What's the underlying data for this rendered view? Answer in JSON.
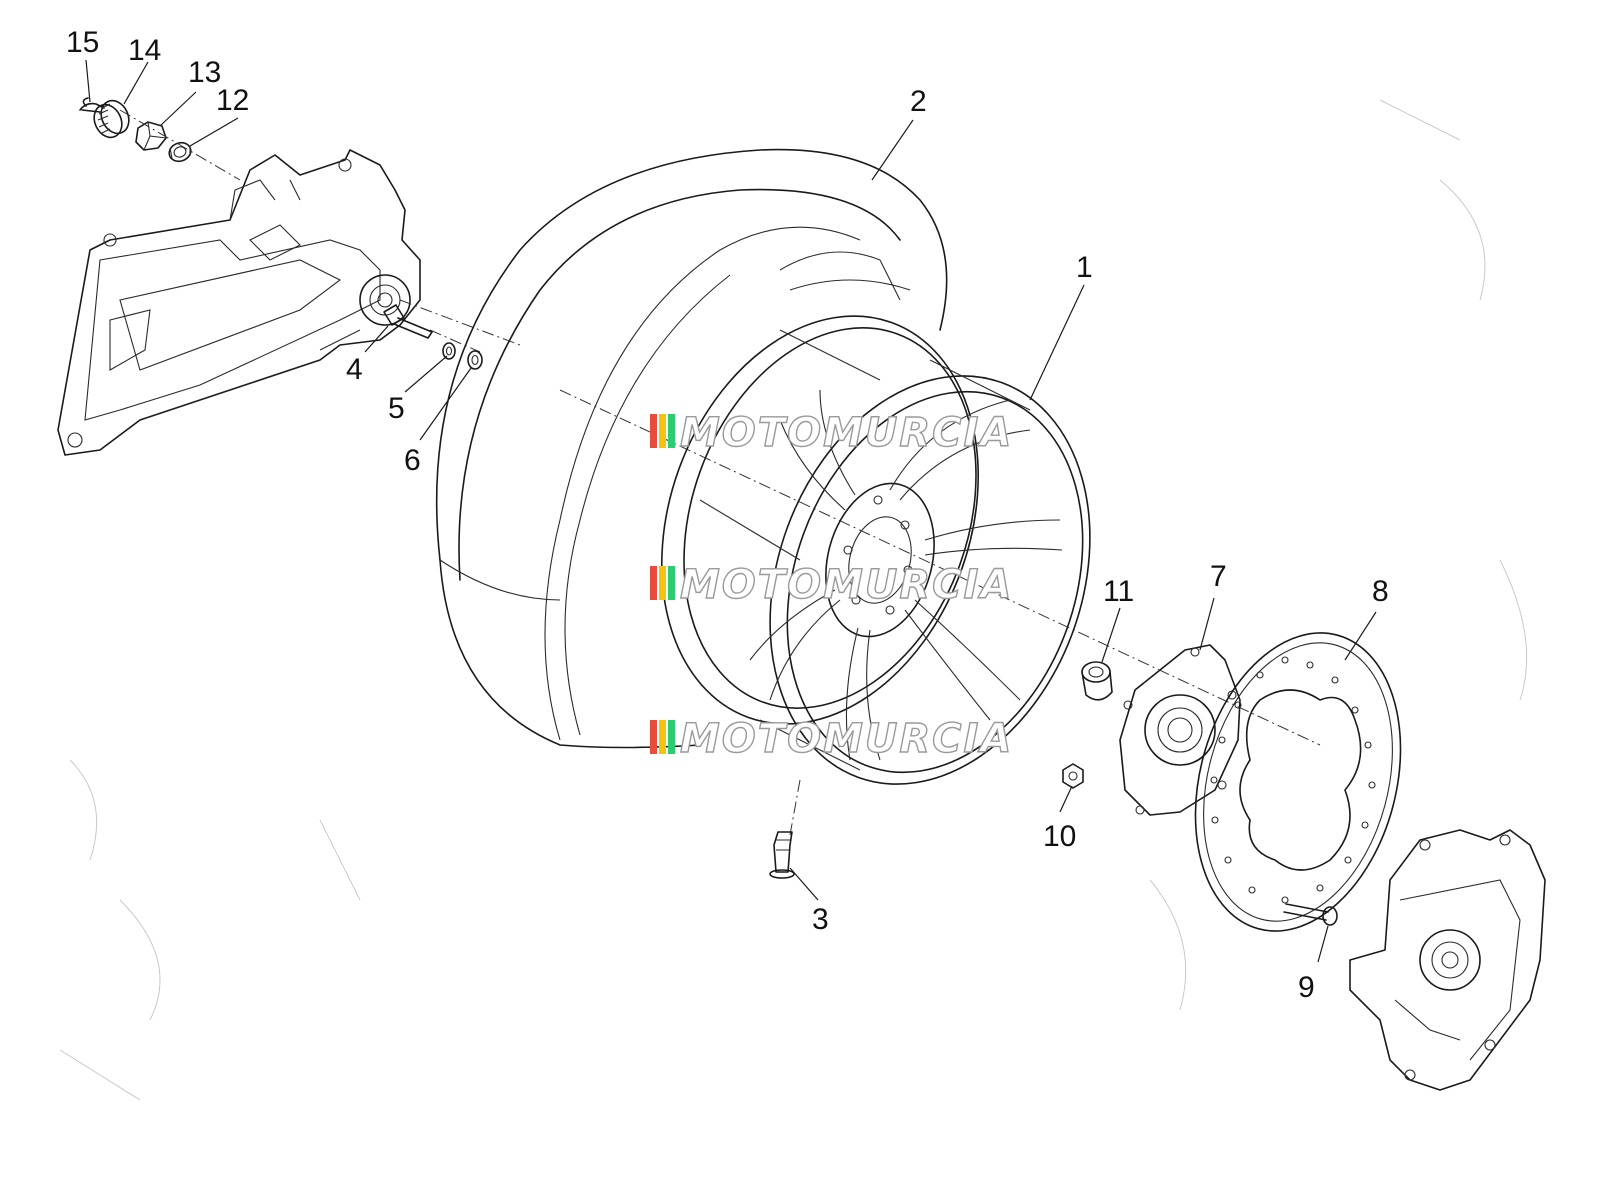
{
  "callouts": [
    {
      "id": "1",
      "label": "1"
    },
    {
      "id": "2",
      "label": "2"
    },
    {
      "id": "3",
      "label": "3"
    },
    {
      "id": "4",
      "label": "4"
    },
    {
      "id": "5",
      "label": "5"
    },
    {
      "id": "6",
      "label": "6"
    },
    {
      "id": "7",
      "label": "7"
    },
    {
      "id": "8",
      "label": "8"
    },
    {
      "id": "9",
      "label": "9"
    },
    {
      "id": "10",
      "label": "10"
    },
    {
      "id": "11",
      "label": "11"
    },
    {
      "id": "12",
      "label": "12"
    },
    {
      "id": "13",
      "label": "13"
    },
    {
      "id": "14",
      "label": "14"
    },
    {
      "id": "15",
      "label": "15"
    }
  ],
  "watermark": {
    "text": "MOTOMURCIA",
    "stripe_colors": [
      "#e74c3c",
      "#f1c40f",
      "#2ecc71"
    ]
  }
}
